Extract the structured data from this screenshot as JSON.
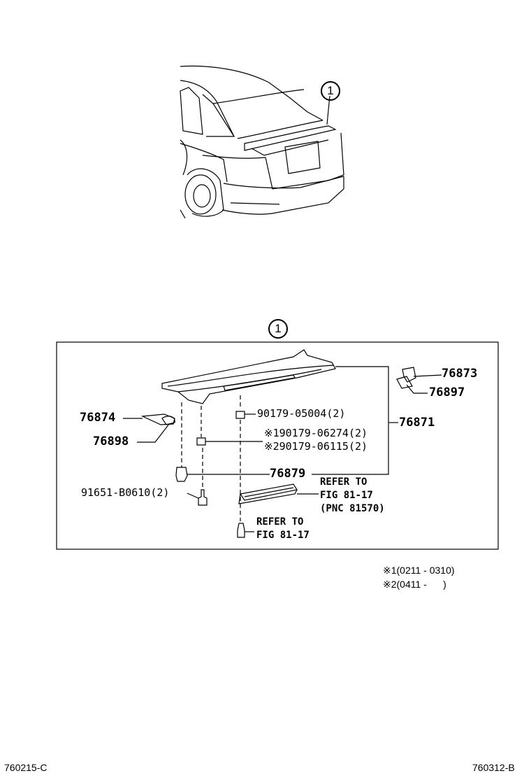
{
  "callouts": {
    "car_ref": "1",
    "detail_ref": "1"
  },
  "parts": {
    "p76873": "76873",
    "p76897": "76897",
    "p76874": "76874",
    "p76898": "76898",
    "p76871": "76871",
    "p76879": "76879",
    "p90179_05004": "90179-05004(2)",
    "p90179_06274": "※190179-06274(2)",
    "p90179_06115": "※290179-06115(2)",
    "p91651": "91651-B0610(2)"
  },
  "references": {
    "ref1_line1": "REFER TO",
    "ref1_line2": "FIG 81-17",
    "ref1_line3": "(PNC 81570)",
    "ref2_line1": "REFER TO",
    "ref2_line2": "FIG 81-17"
  },
  "legend": {
    "note1": "※1(0211 - 0310)",
    "note2": "※2(0411 -      )"
  },
  "footer": {
    "left_code": "760215-C",
    "right_code": "760312-B"
  }
}
